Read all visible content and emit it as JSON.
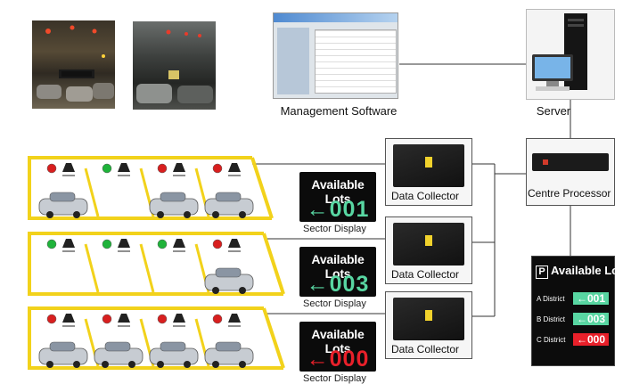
{
  "colors": {
    "lane_line": "#f2d21b",
    "led_green": "#1fb33a",
    "led_red": "#d81f1f",
    "display_green": "#58d6a2",
    "display_red": "#e8202a",
    "wire": "#333333"
  },
  "nodes": {
    "management_software": "Management Software",
    "server": "Server",
    "centre_processor": "Centre Processor"
  },
  "collectors": [
    {
      "label": "Data Collector"
    },
    {
      "label": "Data Collector"
    },
    {
      "label": "Data Collector"
    }
  ],
  "sector_displays": [
    {
      "title": "Available Lots",
      "value": "001",
      "color": "green",
      "caption": "Sector Display"
    },
    {
      "title": "Available Lots",
      "value": "003",
      "color": "green",
      "caption": "Sector Display"
    },
    {
      "title": "Available Lots",
      "value": "000",
      "color": "red",
      "caption": "Sector Display"
    }
  ],
  "parking_rows": [
    {
      "spaces": [
        {
          "led": "red",
          "car": true
        },
        {
          "led": "green",
          "car": false
        },
        {
          "led": "red",
          "car": true
        },
        {
          "led": "red",
          "car": true
        }
      ]
    },
    {
      "spaces": [
        {
          "led": "green",
          "car": false
        },
        {
          "led": "green",
          "car": false
        },
        {
          "led": "green",
          "car": false
        },
        {
          "led": "red",
          "car": true
        }
      ]
    },
    {
      "spaces": [
        {
          "led": "red",
          "car": true
        },
        {
          "led": "red",
          "car": true
        },
        {
          "led": "red",
          "car": true
        },
        {
          "led": "red",
          "car": true
        }
      ]
    }
  ],
  "main_board": {
    "p_symbol": "P",
    "title": "Available Lots",
    "districts": [
      {
        "label": "A District",
        "value": "001",
        "color": "green"
      },
      {
        "label": "B District",
        "value": "003",
        "color": "green"
      },
      {
        "label": "C District",
        "value": "000",
        "color": "red"
      }
    ]
  },
  "software_window": {
    "icons": [
      "window-icon"
    ]
  }
}
